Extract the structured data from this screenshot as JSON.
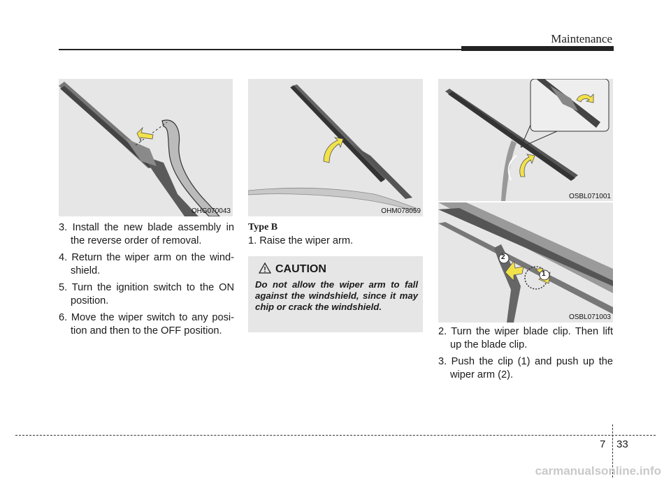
{
  "header": {
    "section": "Maintenance"
  },
  "figures": [
    {
      "code": "OHG070043"
    },
    {
      "code": "OHM078059"
    },
    {
      "code": "OSBL071001"
    },
    {
      "code": "OSBL071003"
    }
  ],
  "left_steps": [
    "3. Install the new blade assembly in the reverse order of removal.",
    "4. Return the wiper arm on the wind-shield.",
    "5. Turn the ignition switch to the ON position.",
    "6. Move the wiper switch to any posi-tion and then to the OFF position."
  ],
  "middle": {
    "type_heading": "Type B",
    "step": "1. Raise the wiper arm."
  },
  "caution": {
    "title": "CAUTION",
    "text": "Do not allow the wiper arm to fall against the windshield, since it may chip or crack the windshield."
  },
  "right_steps": [
    "2. Turn the wiper blade clip. Then lift up the blade clip.",
    "3. Push the clip (1) and push up the wiper arm (2)."
  ],
  "callouts": {
    "one": "1",
    "two": "2"
  },
  "footer": {
    "chapter": "7",
    "page": "33"
  },
  "watermark": "carmanualsonline.info",
  "colors": {
    "arrow": "#f2e24a",
    "panel": "#e6e6e6"
  }
}
